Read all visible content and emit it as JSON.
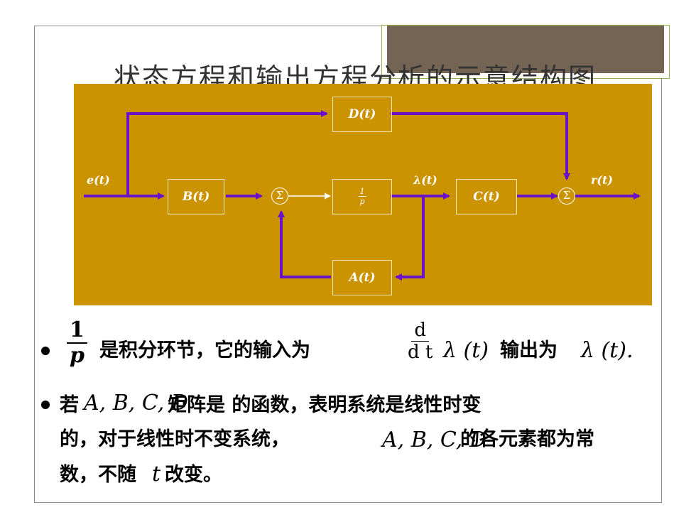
{
  "heading": "状态方程和输出方程分析的示意结构图",
  "diagram": {
    "blocks": {
      "D": "D(t)",
      "B": "B(t)",
      "integrator_num": "1",
      "integrator_den": "p",
      "C": "C(t)",
      "A": "A(t)"
    },
    "sum_symbol": "Σ",
    "signals": {
      "input": "e(t)",
      "state": "λ(t)",
      "output": "r(t)"
    },
    "colors": {
      "background": "#cb9300",
      "arrow": "#6a12c8",
      "block_border": "#f7e6b6"
    }
  },
  "bullet1": {
    "frac_num": "1",
    "frac_den": "p",
    "text_a": "是积分环节，它的输入为",
    "deriv_num": "d",
    "deriv_den": "d t",
    "input_expr": "λ (t)",
    "text_b": "输出为",
    "output_expr": "λ (t)."
  },
  "bullet2": {
    "lead": "若",
    "matrices_1": "A, B, C, D",
    "text_1": "矩阵是  的函数，表明系统是线性时变",
    "line2": "的，对于线性时不变系统，",
    "matrices_2": "A, B, C, D",
    "text_2": "的各元素都为常",
    "line3_a": "数，不随",
    "line3_var": "t",
    "line3_b": "改变。"
  }
}
